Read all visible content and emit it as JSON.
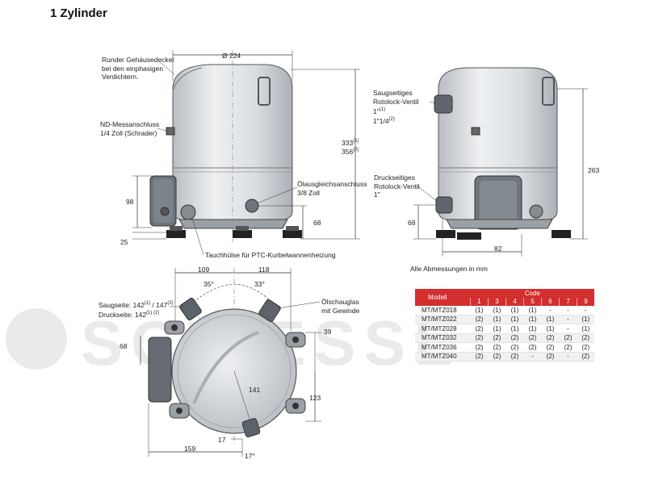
{
  "title": "1 Zylinder",
  "labels": {
    "round_lid": [
      "Runder Gehäusedeckel",
      "bei den einphasigen",
      "Verdichtern."
    ],
    "nd_port": [
      "ND-Messanschluss",
      "1/4 Zoll (Schrader)"
    ],
    "oil_eq": [
      "Ölausgleichsanschluss",
      "3/8 Zoll"
    ],
    "ptc": "Tauchhülse für PTC-Kurbelwannenheizung",
    "suction_valve_1": "Saugseitiges",
    "suction_valve_2": "Rotolock-Ventil",
    "suction_valve_3": "1\"",
    "suction_valve_3_sup": "(1)",
    "suction_valve_4": "1\"1/4",
    "suction_valve_4_sup": "(2)",
    "discharge_valve": [
      "Druckseitiges",
      "Rotolock-Ventil",
      "1\""
    ],
    "all_dims": "Alle Abmessungen in mm",
    "suction_side": "Saugseite: 142",
    "suction_side_sup1": "(1)",
    "suction_side_sep": " / 147",
    "suction_side_sup2": "(2)",
    "discharge_side": "Druckseite: 142",
    "discharge_side_sup": "(1) (2)",
    "sight_glass": [
      "Ölschauglas",
      "mit Gewinde"
    ]
  },
  "dims": {
    "d224": "Ø 224",
    "h333": "333",
    "h333_sup": "(1)",
    "h356": "356",
    "h356_sup": "(2)",
    "d98": "98",
    "d25": "25",
    "d68a": "68",
    "d263": "263",
    "d68b": "68",
    "d82": "82",
    "d109": "109",
    "d118": "118",
    "a35": "35°",
    "a33": "33°",
    "d68c": "68",
    "d39": "39",
    "d141": "141",
    "d123": "123",
    "d17": "17",
    "d159": "159",
    "a17": "17°"
  },
  "table": {
    "header_model": "Modell",
    "header_code": "Code",
    "codes": [
      "1",
      "3",
      "4",
      "5",
      "6",
      "7",
      "9"
    ],
    "rows": [
      {
        "model": "MT/MTZ018",
        "values": [
          "(1)",
          "(1)",
          "(1)",
          "(1)",
          "-",
          "-",
          "-"
        ]
      },
      {
        "model": "MT/MTZ022",
        "values": [
          "(2)",
          "(1)",
          "(1)",
          "(1)",
          "(1)",
          "-",
          "(1)"
        ]
      },
      {
        "model": "MT/MTZ028",
        "values": [
          "(2)",
          "(1)",
          "(1)",
          "(1)",
          "(1)",
          "-",
          "(1)"
        ]
      },
      {
        "model": "MT/MTZ032",
        "values": [
          "(2)",
          "(2)",
          "(2)",
          "(2)",
          "(2)",
          "(2)",
          "(2)"
        ]
      },
      {
        "model": "MT/MTZ036",
        "values": [
          "(2)",
          "(2)",
          "(2)",
          "(2)",
          "(2)",
          "(2)",
          "(2)"
        ]
      },
      {
        "model": "MT/MTZ040",
        "values": [
          "(2)",
          "(2)",
          "(2)",
          "-",
          "(2)",
          "-",
          "(2)"
        ]
      }
    ]
  },
  "watermark": "SCHIESSL",
  "colors": {
    "accent": "#d32f2f",
    "body": "#dfe2e5",
    "dark": "#5b6168"
  }
}
